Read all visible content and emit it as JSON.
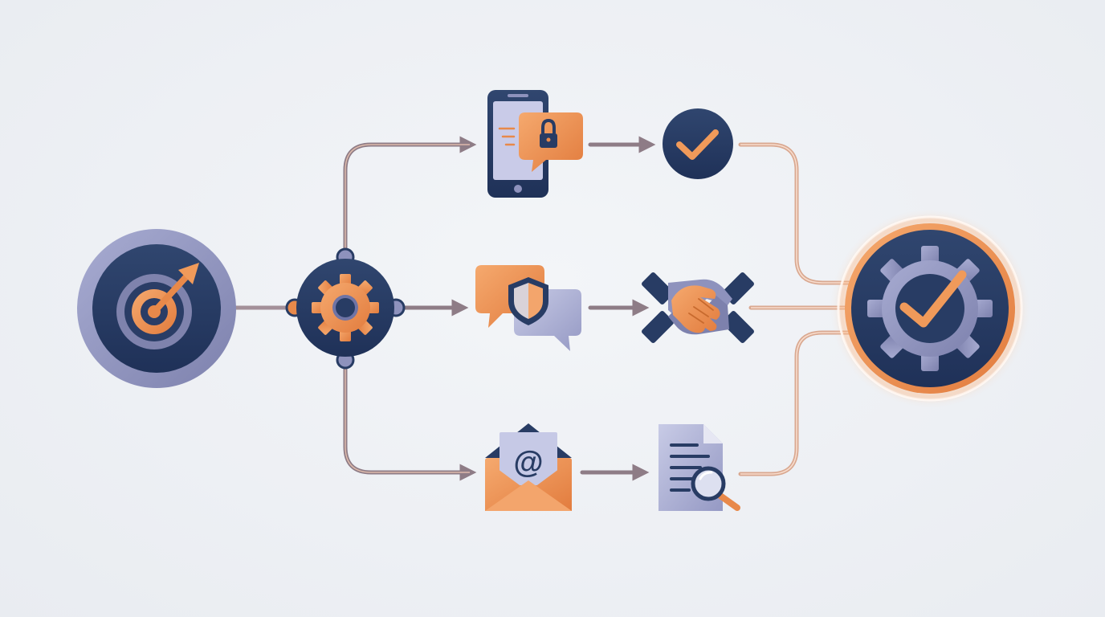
{
  "diagram": {
    "type": "process-flow",
    "colors": {
      "background": "#eef0f4",
      "navy": "#283c64",
      "navy_dark": "#1f3158",
      "slate": "#8e92bd",
      "slate_light": "#a3a7cc",
      "orange": "#e8894a",
      "orange_light": "#f3a56c",
      "connector_taupe": "#8e7c86",
      "connector_peach": "#d9a890",
      "glow": "#f6b07a"
    },
    "nodes": [
      {
        "id": "start",
        "icon": "target-arrow-icon",
        "label": ""
      },
      {
        "id": "hub",
        "icon": "gear-hub-icon",
        "label": ""
      },
      {
        "id": "mobile-auth",
        "icon": "phone-lock-icon",
        "label": ""
      },
      {
        "id": "verified",
        "icon": "check-circle-icon",
        "label": ""
      },
      {
        "id": "secure-chat",
        "icon": "chat-shield-icon",
        "label": ""
      },
      {
        "id": "agreement",
        "icon": "handshake-icon",
        "label": ""
      },
      {
        "id": "email",
        "icon": "envelope-at-icon",
        "label": ""
      },
      {
        "id": "review",
        "icon": "document-search-icon",
        "label": ""
      },
      {
        "id": "complete",
        "icon": "gear-check-icon",
        "label": ""
      }
    ],
    "edges": [
      {
        "from": "start",
        "to": "hub"
      },
      {
        "from": "hub",
        "to": "mobile-auth"
      },
      {
        "from": "mobile-auth",
        "to": "verified"
      },
      {
        "from": "verified",
        "to": "complete"
      },
      {
        "from": "hub",
        "to": "secure-chat"
      },
      {
        "from": "secure-chat",
        "to": "agreement"
      },
      {
        "from": "agreement",
        "to": "complete"
      },
      {
        "from": "hub",
        "to": "email"
      },
      {
        "from": "email",
        "to": "review"
      },
      {
        "from": "review",
        "to": "complete"
      }
    ]
  }
}
